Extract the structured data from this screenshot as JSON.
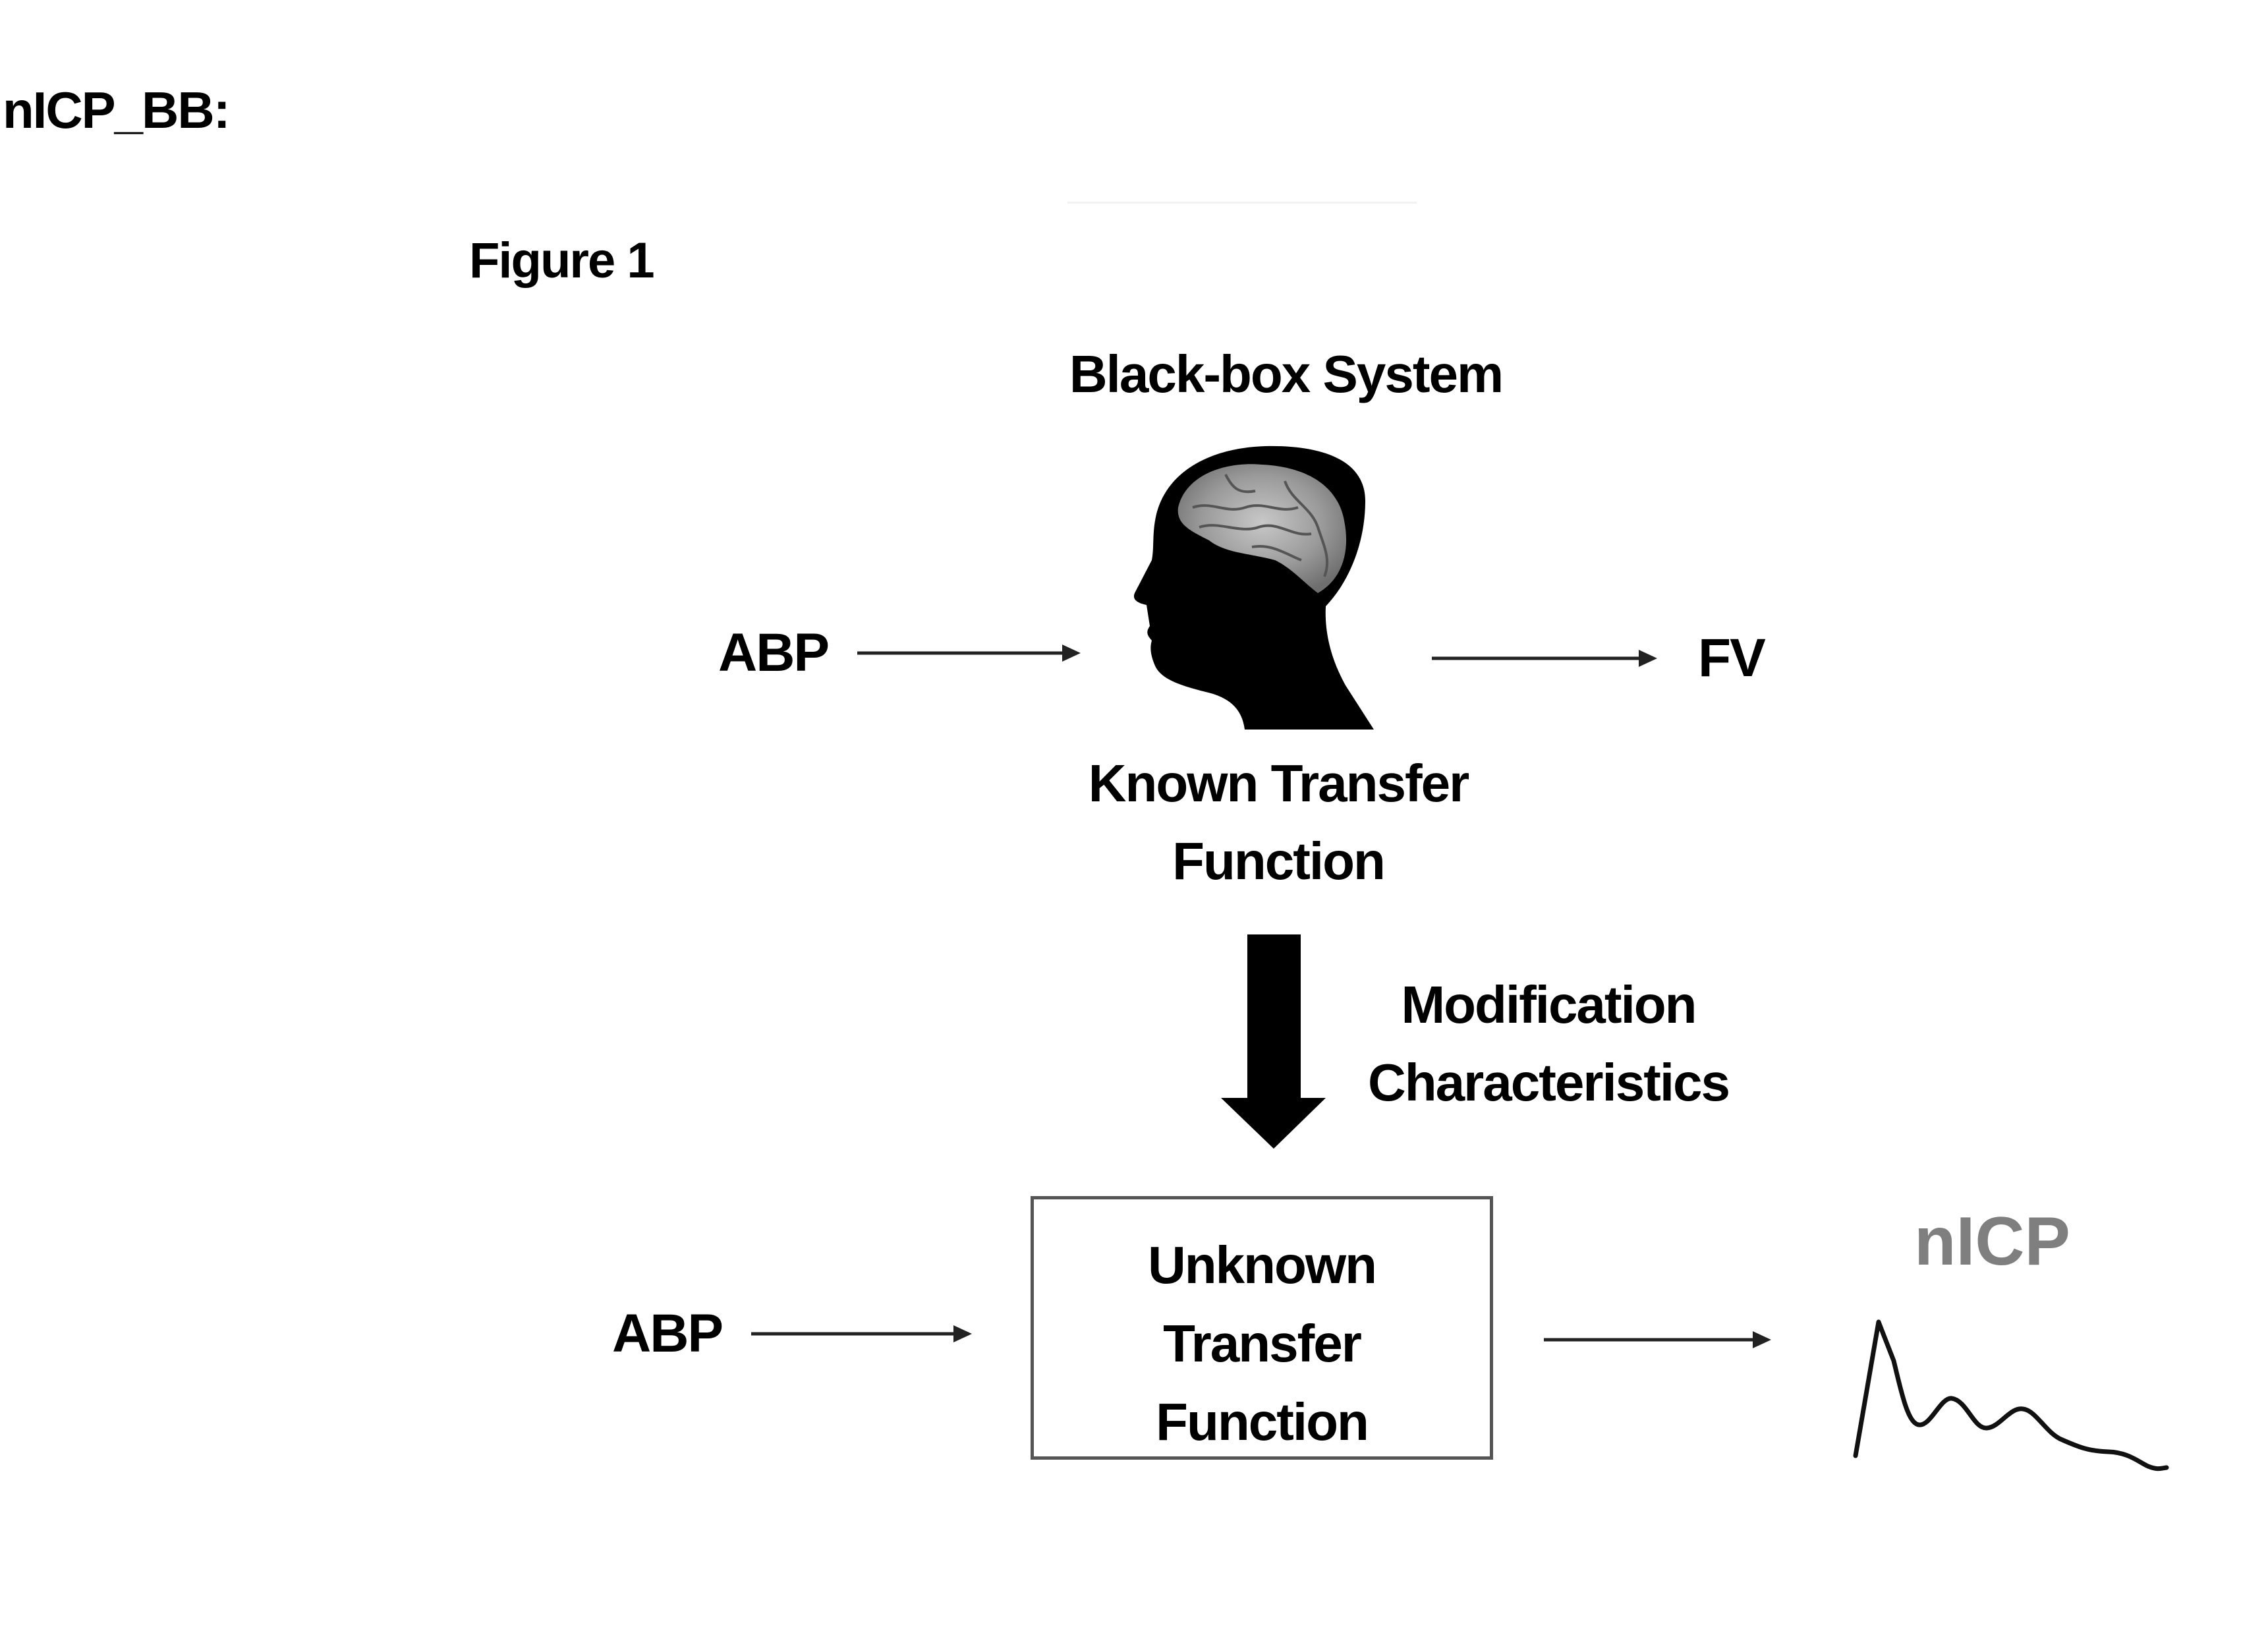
{
  "document": {
    "section_label": "nICP_BB:",
    "figure_caption": "Figure 1"
  },
  "diagram": {
    "title": "Black-box System",
    "top_row": {
      "input_label": "ABP",
      "system_icon": "human-head-brain-icon",
      "system_label_lines": [
        "Known Transfer",
        "Function"
      ],
      "output_label": "FV"
    },
    "transition": {
      "arrow_icon": "thick-down-arrow-icon",
      "label_lines": [
        "Modification",
        "Characteristics"
      ]
    },
    "bottom_row": {
      "input_label": "ABP",
      "box_label_lines": [
        "Unknown",
        "Transfer",
        "Function"
      ],
      "output_label": "nICP",
      "output_icon": "waveform-icon"
    },
    "colors": {
      "text": "#000000",
      "box_border": "#555555",
      "output_label": "#7f7f7f"
    }
  }
}
